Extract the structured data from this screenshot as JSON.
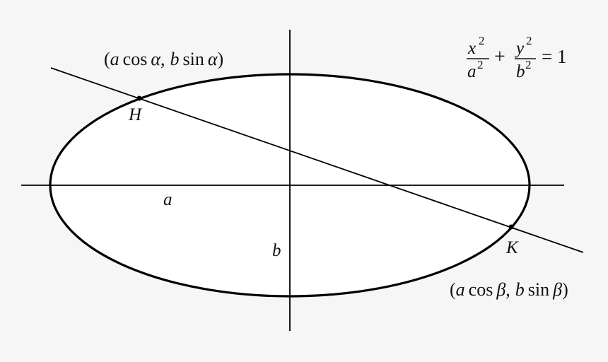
{
  "diagram": {
    "colors": {
      "background": "#f6f6f6",
      "ellipse_fill": "#ffffff",
      "stroke": "#000000"
    },
    "equation": {
      "x_num": "x",
      "x_exp": "2",
      "a_den": "a",
      "a_exp": "2",
      "plus": "+",
      "y_num": "y",
      "y_exp": "2",
      "b_den": "b",
      "b_exp": "2",
      "equals": "= 1"
    },
    "point_h": {
      "label": "H",
      "coords": {
        "open": "(",
        "a": "a",
        "cos": "cos",
        "angle1": "α",
        "comma": ",",
        "b": "b",
        "sin": "sin",
        "angle2": "α",
        "close": ")"
      }
    },
    "point_k": {
      "label": "K",
      "coords": {
        "open": "(",
        "a": "a",
        "cos": "cos",
        "angle1": "β",
        "comma": ",",
        "b": "b",
        "sin": "sin",
        "angle2": "β",
        "close": ")"
      }
    },
    "semi_major_label": "a",
    "semi_minor_label": "b"
  }
}
